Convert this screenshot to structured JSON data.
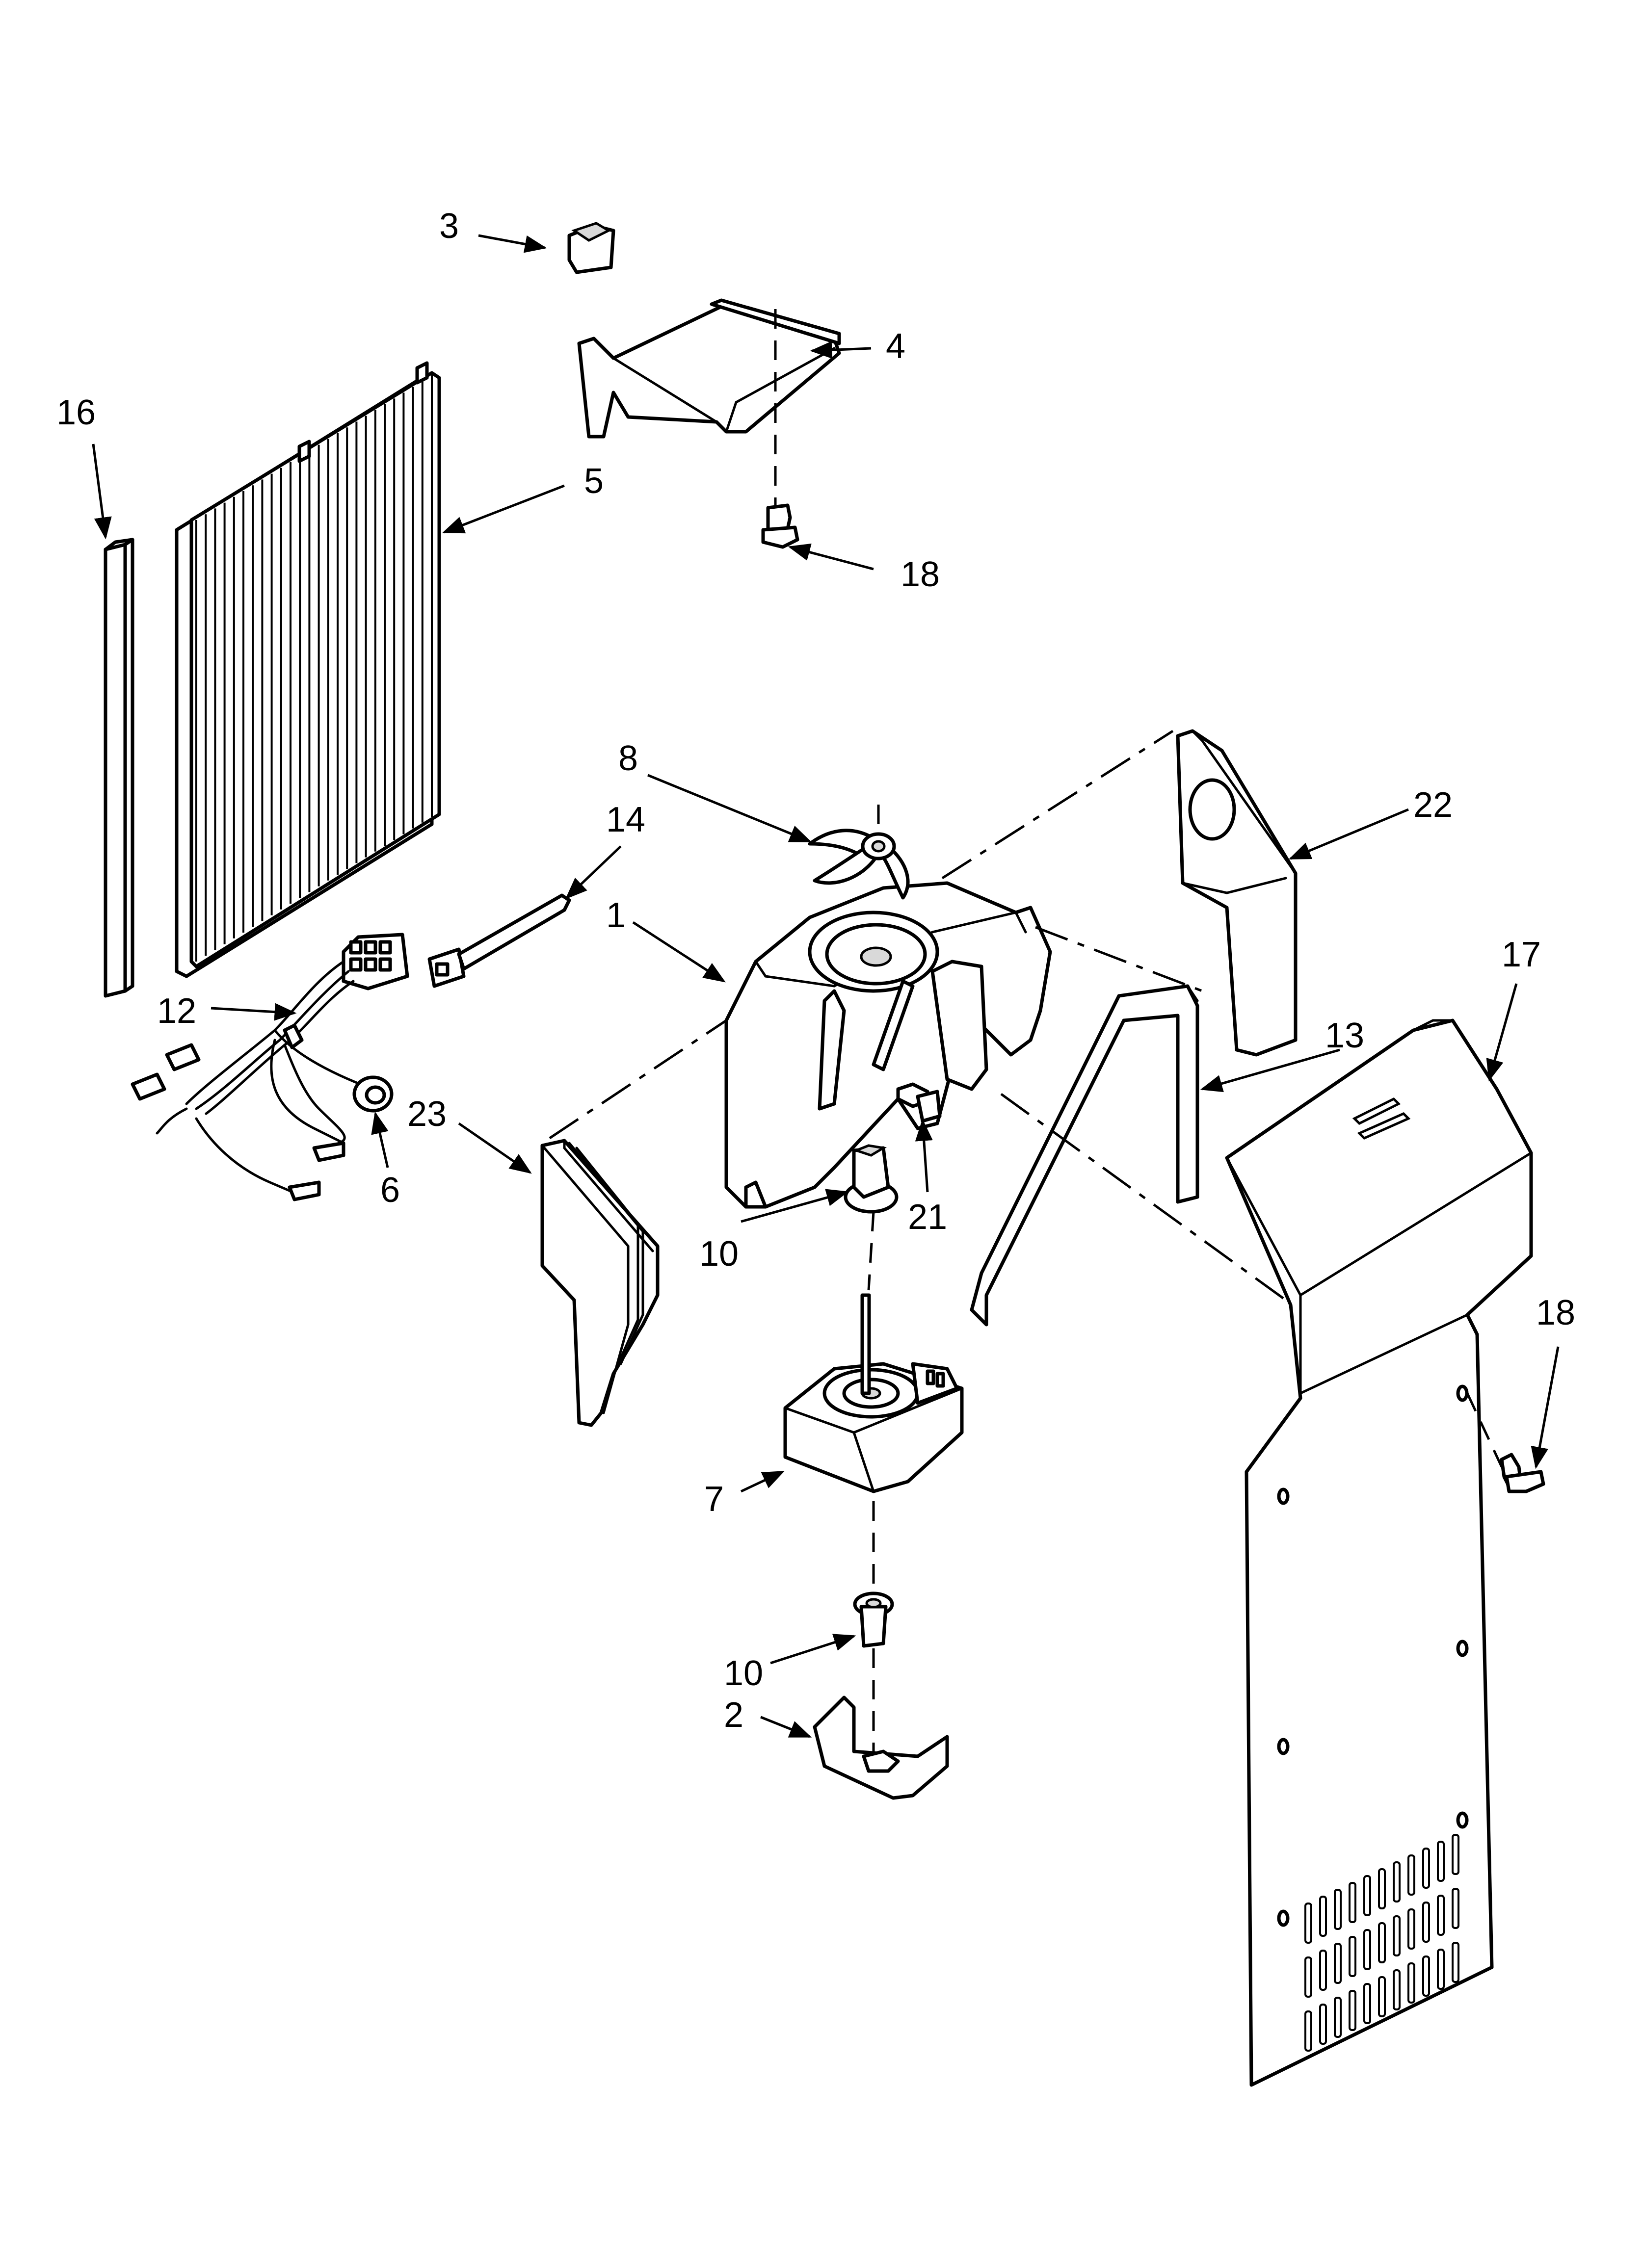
{
  "callouts": {
    "c1": "1",
    "c2": "2",
    "c3": "3",
    "c4": "4",
    "c5": "5",
    "c6": "6",
    "c7": "7",
    "c8": "8",
    "c10a": "10",
    "c10b": "10",
    "c12": "12",
    "c13": "13",
    "c14": "14",
    "c16": "16",
    "c17": "17",
    "c18a": "18",
    "c18b": "18",
    "c21": "21",
    "c22": "22",
    "c23": "23"
  },
  "colors": {
    "line": "#000000",
    "background": "#ffffff"
  }
}
